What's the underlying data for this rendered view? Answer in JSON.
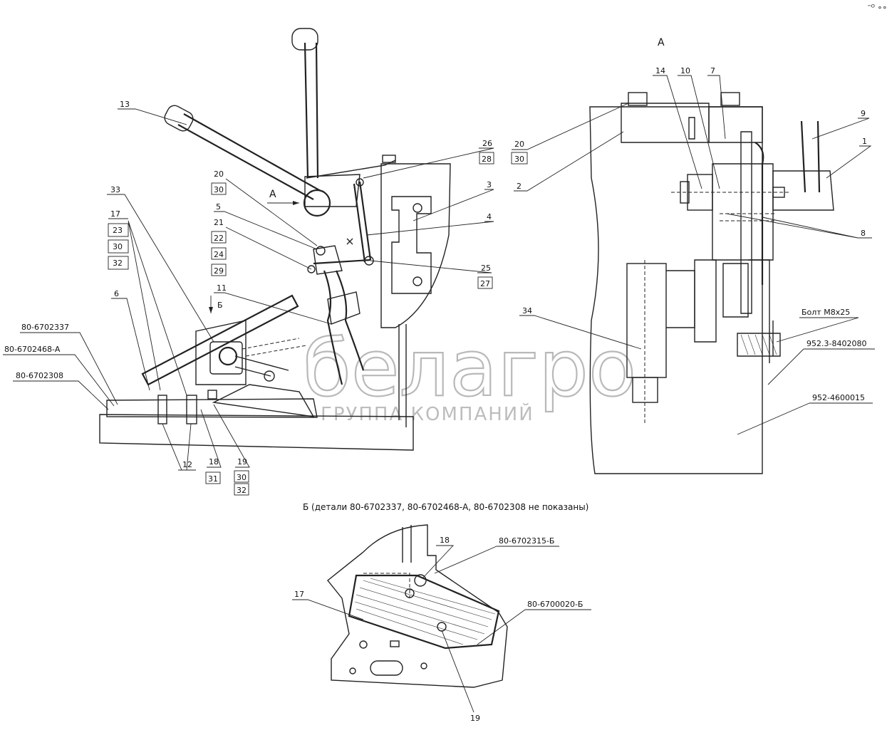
{
  "corner_mark": "ᵔᴼ ∘∘∘",
  "view_a_title": "А",
  "section_b_caption": "Б (детали 80-6702337, 80-6702468-А, 80-6702308 не показаны)",
  "watermark": {
    "name": "белагро",
    "sub": "ГРУППА КОМПАНИЙ"
  },
  "main": {
    "arrow_a": "А",
    "arrow_b": "Б",
    "labels": {
      "p13": "13",
      "p26": "26",
      "p28": "28",
      "p20": "20",
      "p30a": "30",
      "p3": "3",
      "p33": "33",
      "p5": "5",
      "p4": "4",
      "p21": "21",
      "p22": "22",
      "p24": "24",
      "p29": "29",
      "p17": "17",
      "p23": "23",
      "p30b": "30",
      "p32a": "32",
      "p25": "25",
      "p27": "27",
      "p6": "6",
      "p11": "11",
      "pn1": "80-6702337",
      "pn2": "80-6702468-А",
      "pn3": "80-6702308",
      "p12": "12",
      "p18": "18",
      "p31": "31",
      "p19": "19",
      "p30c": "30",
      "p32b": "32"
    }
  },
  "view_a": {
    "labels": {
      "p14": "14",
      "p10": "10",
      "p7": "7",
      "p20": "20",
      "p30": "30",
      "p9": "9",
      "p1": "1",
      "p2": "2",
      "p8": "8",
      "p34": "34",
      "bolt": "Болт М8х25",
      "pn1": "952.3-8402080",
      "pn2": "952-4600015"
    }
  },
  "section_b": {
    "labels": {
      "p18": "18",
      "pn1": "80-6702315-Б",
      "p17": "17",
      "pn2": "80-6700020-Б",
      "p19": "19"
    }
  }
}
